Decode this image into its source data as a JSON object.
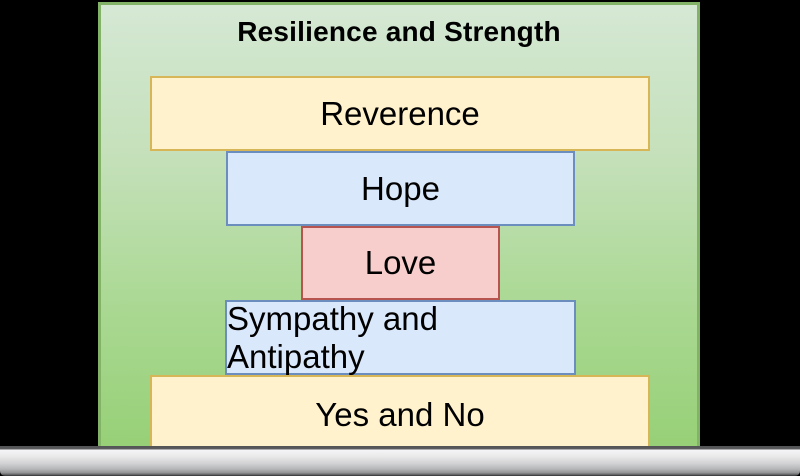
{
  "diagram": {
    "title": "Resilience and Strength",
    "boxes": [
      {
        "label": "Reverence",
        "fill": "#fff2cc",
        "stroke": "#d6b656"
      },
      {
        "label": "Hope",
        "fill": "#dae8fc",
        "stroke": "#6c8ebf"
      },
      {
        "label": "Love",
        "fill": "#f8cecc",
        "stroke": "#b85450"
      },
      {
        "label": "Sympathy and Antipathy",
        "fill": "#dae8fc",
        "stroke": "#6c8ebf"
      },
      {
        "label": "Yes and No",
        "fill": "#fff2cc",
        "stroke": "#d6b656"
      }
    ],
    "panel": {
      "gradient_top": "#d5e8d4",
      "gradient_bottom": "#97d077",
      "stroke": "#82b366"
    },
    "text_color": "#000000"
  },
  "window": {
    "canvas_background": "#000000",
    "bezel_gradient_light": "#f5f5f6",
    "bezel_gradient_dark": "#5e5f61"
  }
}
